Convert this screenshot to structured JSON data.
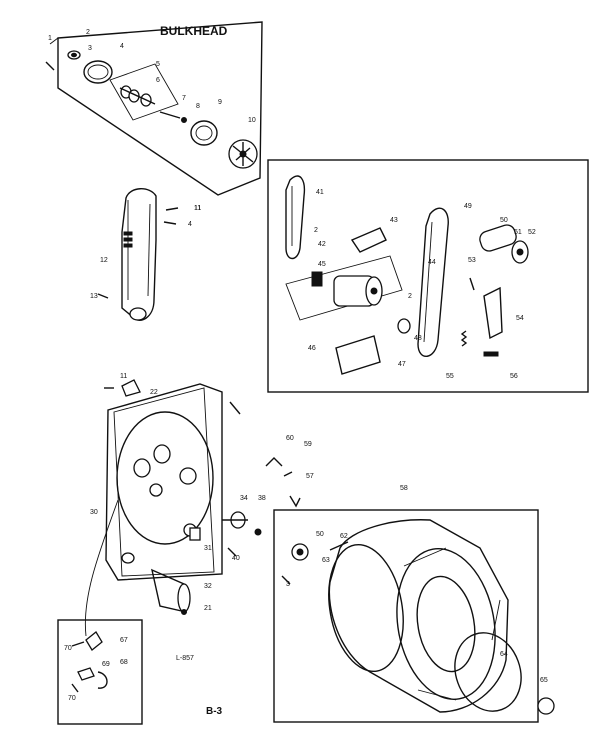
{
  "bulkhead_panel": {
    "title": "BULKHEAD"
  },
  "page_number": "B-3",
  "small_code": "L-857",
  "part_numbers": [
    "1",
    "2",
    "3",
    "4",
    "5",
    "6",
    "7",
    "8",
    "9",
    "10",
    "11",
    "12",
    "13",
    "11",
    "4",
    "41",
    "2",
    "42",
    "43",
    "44",
    "45",
    "2",
    "46",
    "47",
    "48",
    "49",
    "50",
    "51",
    "52",
    "53",
    "54",
    "55",
    "56",
    "11",
    "22",
    "30",
    "31",
    "32",
    "21",
    "34",
    "38",
    "40",
    "60",
    "59",
    "57",
    "3",
    "58",
    "62",
    "50",
    "63",
    "64",
    "65",
    "70",
    "67",
    "69",
    "68",
    "70"
  ]
}
